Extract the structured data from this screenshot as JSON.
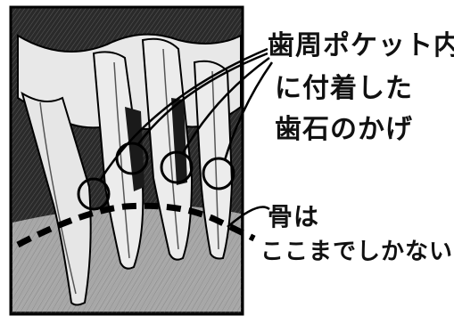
{
  "diagram": {
    "annotations": {
      "calculus": [
        "歯周ポケット内",
        "に付着した",
        "歯石のかげ"
      ],
      "bone": [
        "骨は",
        "ここまでしかない"
      ]
    },
    "marked_spots": 4
  }
}
